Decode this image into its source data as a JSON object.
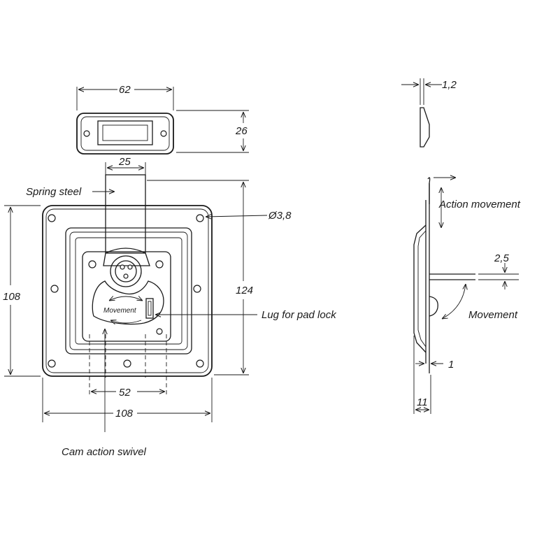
{
  "dimensions": {
    "top_width": "62",
    "top_height": "26",
    "strap_width": "25",
    "overall_height": "124",
    "plate_height": "108",
    "plate_width": "108",
    "hole_spacing": "52",
    "hole_diameter": "Ø3,8",
    "plate_thickness": "1,2",
    "shaft_diameter": "2,5",
    "side_thickness": "1",
    "side_depth": "11"
  },
  "labels": {
    "spring_steel": "Spring steel",
    "lug": "Lug for pad lock",
    "cam_swivel": "Cam action swivel",
    "action_movement": "Action movement",
    "movement": "Movement",
    "movement_inner": "Movement"
  }
}
